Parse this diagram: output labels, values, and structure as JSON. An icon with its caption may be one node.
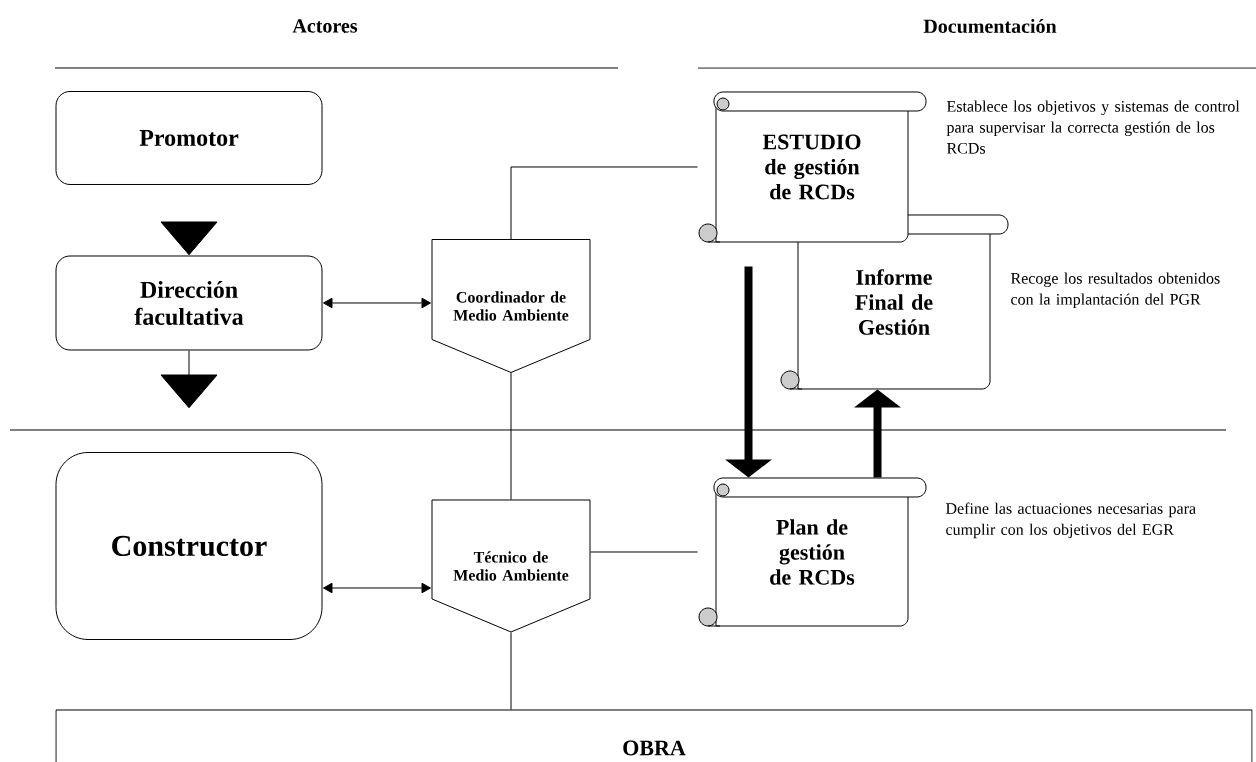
{
  "diagram": {
    "nodes": [
      {
        "text": [
          "Promotor"
        ]
      },
      {
        "text": [
          "Dirección facultativa"
        ]
      },
      {
        "text": [
          "Constructor"
        ]
      },
      {
        "text": [
          "Coordinador de Medio Ambiente"
        ]
      },
      {
        "text": [
          "Técnico de Medio Ambiente"
        ]
      },
      {
        "text": [
          "ESTUDIO de gestión de RCDs"
        ],
        "beside": [
          "Establece los objetivos y sistemas de control para supervisar la correcta gestión de los RCDs"
        ]
      },
      {
        "text": [
          "Informe Final de Gestión"
        ],
        "beside": [
          "Recoge los resultados obtenidos con la implantación del PGR"
        ]
      },
      {
        "text": [
          "Plan de gestión de RCDs"
        ],
        "beside": [
          "Define las actuaciones necesarias para cumplir con los objetivos del EGR"
        ]
      },
      {
        "text": [
          "OBRA"
        ]
      }
    ],
    "edges": [
      {
        "from": 0,
        "to": 1,
        "arrow": "to"
      },
      {
        "from": 1,
        "to": null,
        "arrow": "to"
      },
      {
        "from": 1,
        "to": 3,
        "arrow": "both"
      },
      {
        "from": 2,
        "to": 4,
        "arrow": "both"
      },
      {
        "from": 3,
        "to": 5,
        "arrow": "none"
      },
      {
        "from": 3,
        "to": 4,
        "arrow": "none"
      },
      {
        "from": 4,
        "to": 7,
        "arrow": "none"
      },
      {
        "from": 4,
        "to": 8,
        "arrow": "none"
      },
      {
        "from": 5,
        "to": 7,
        "arrow": "to",
        "style": "thick"
      },
      {
        "from": 7,
        "to": 6,
        "arrow": "to",
        "style": "thick"
      }
    ],
    "labels": [
      "Actores",
      "Documentación"
    ]
  }
}
